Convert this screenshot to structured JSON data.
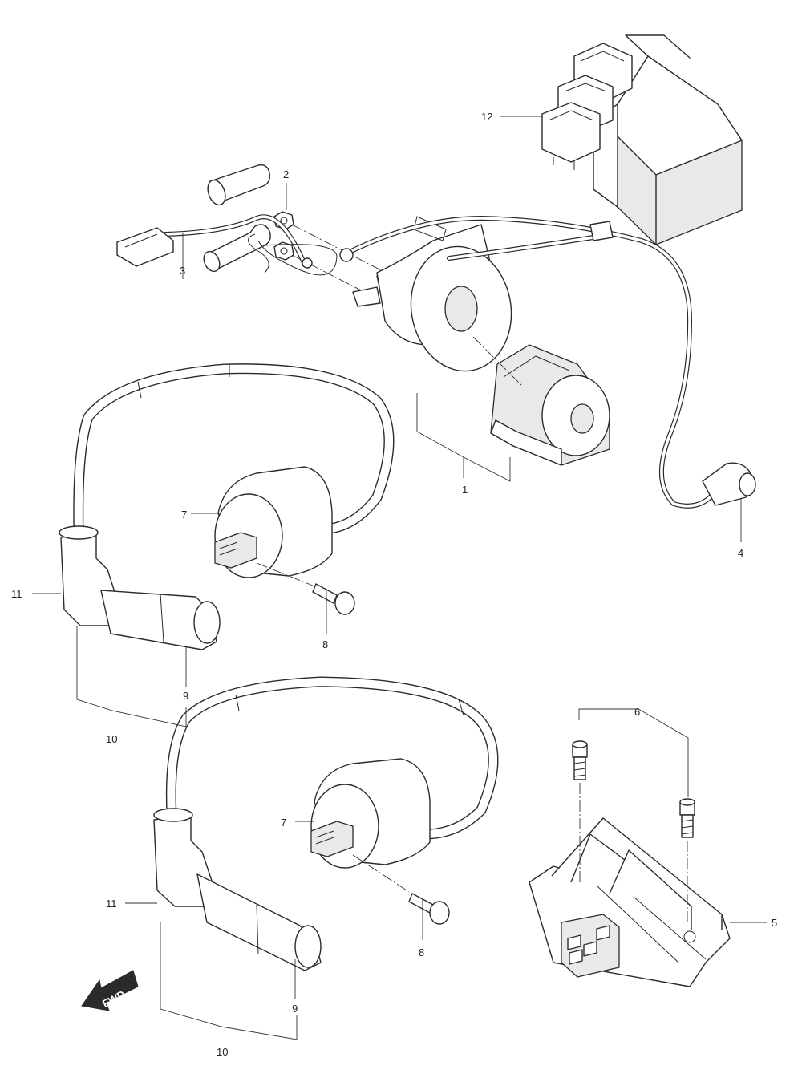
{
  "callouts": {
    "c1": "1",
    "c2": "2",
    "c3": "3",
    "c4": "4",
    "c5": "5",
    "c6": "6",
    "c7a": "7",
    "c7b": "7",
    "c8a": "8",
    "c8b": "8",
    "c9a": "9",
    "c9b": "9",
    "c10a": "10",
    "c10b": "10",
    "c11a": "11",
    "c11b": "11",
    "c12": "12"
  },
  "direction_arrow": {
    "label": "FWD"
  },
  "colors": {
    "line": "#2b2b2b",
    "shade": "#e9e9e9",
    "background": "#ffffff"
  }
}
